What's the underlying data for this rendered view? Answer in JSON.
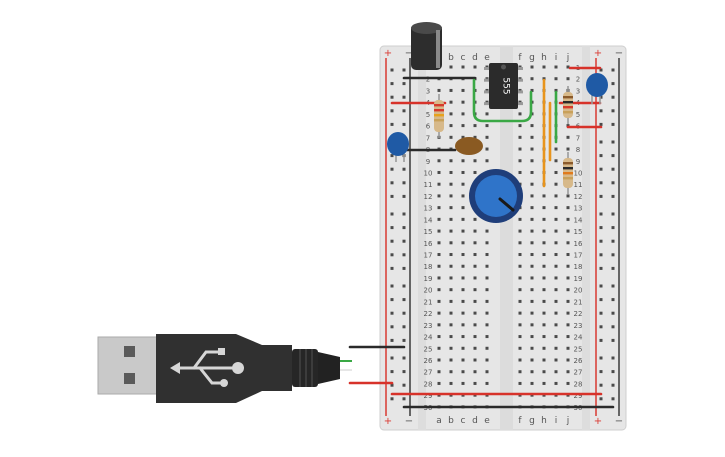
{
  "breadboard": {
    "rows": 30,
    "columns_left": [
      "a",
      "b",
      "c",
      "d",
      "e"
    ],
    "columns_right": [
      "f",
      "g",
      "h",
      "i",
      "j"
    ],
    "rail_plus": "+",
    "rail_minus": "−"
  },
  "components": {
    "ic_label": "555"
  },
  "colors": {
    "board": "#e6e6e6",
    "board_edge": "#cfcfcf",
    "hole": "#4a4a4a",
    "rail_red": "#d93a32",
    "rail_black": "#3a3a3a",
    "wire_red": "#d7322a",
    "wire_green": "#3aa845",
    "wire_orange": "#e8941c",
    "wire_black": "#2a2a2a",
    "cap_blue": "#1f5aa5",
    "pot_blue": "#2f74c9",
    "ic_body": "#2b2b2b",
    "usb_body": "#303030",
    "usb_metal": "#c9c9c9"
  }
}
